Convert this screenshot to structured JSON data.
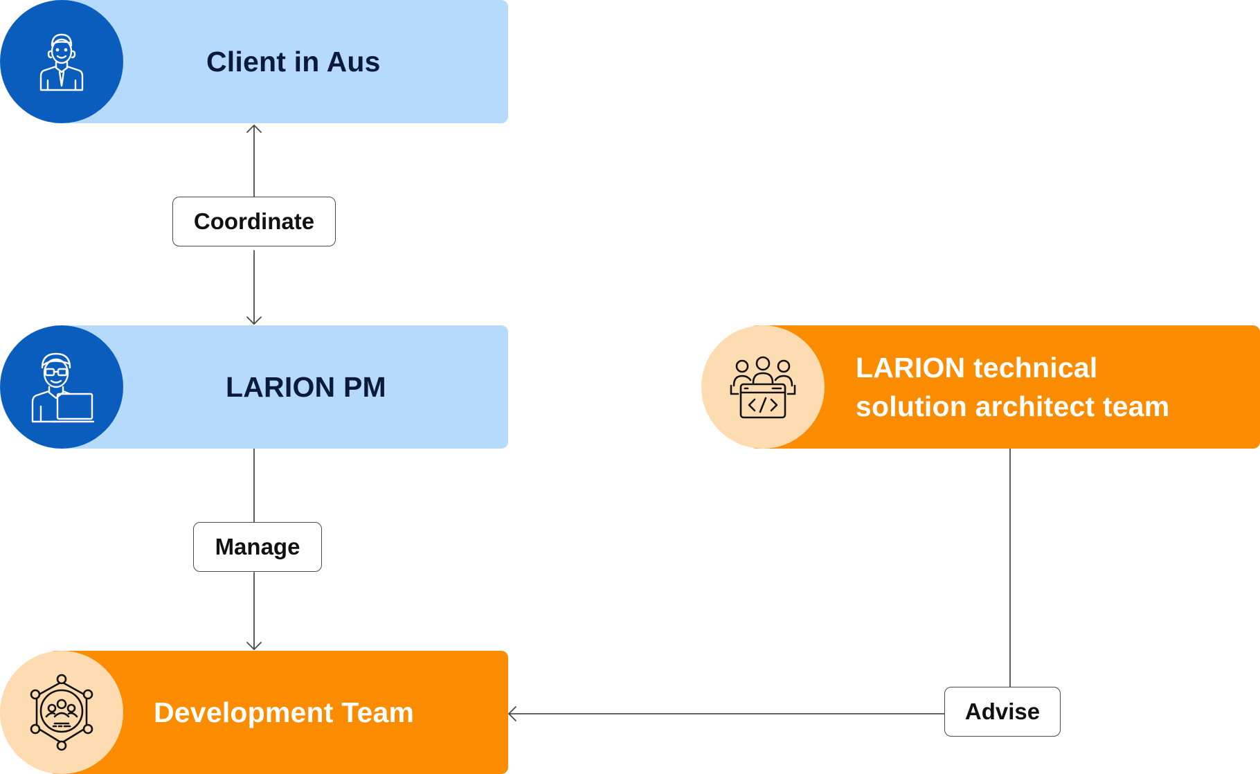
{
  "nodes": {
    "client": {
      "label": "Client in Aus",
      "icon": "businessman-icon"
    },
    "pm": {
      "label": "LARION PM",
      "icon": "person-laptop-icon"
    },
    "dev": {
      "label": "Development Team",
      "icon": "team-network-icon"
    },
    "architect": {
      "label_line1": "LARION technical",
      "label_line2": "solution architect team",
      "icon": "developer-team-code-icon"
    }
  },
  "edges": {
    "coordinate": "Coordinate",
    "manage": "Manage",
    "advise": "Advise"
  },
  "colors": {
    "light_blue": "#b6dafb",
    "dark_blue": "#0a5cbd",
    "orange": "#fb8c00",
    "peach": "#fddcb2",
    "text_dark": "#0b1a3a",
    "line": "#4a4a4a"
  }
}
